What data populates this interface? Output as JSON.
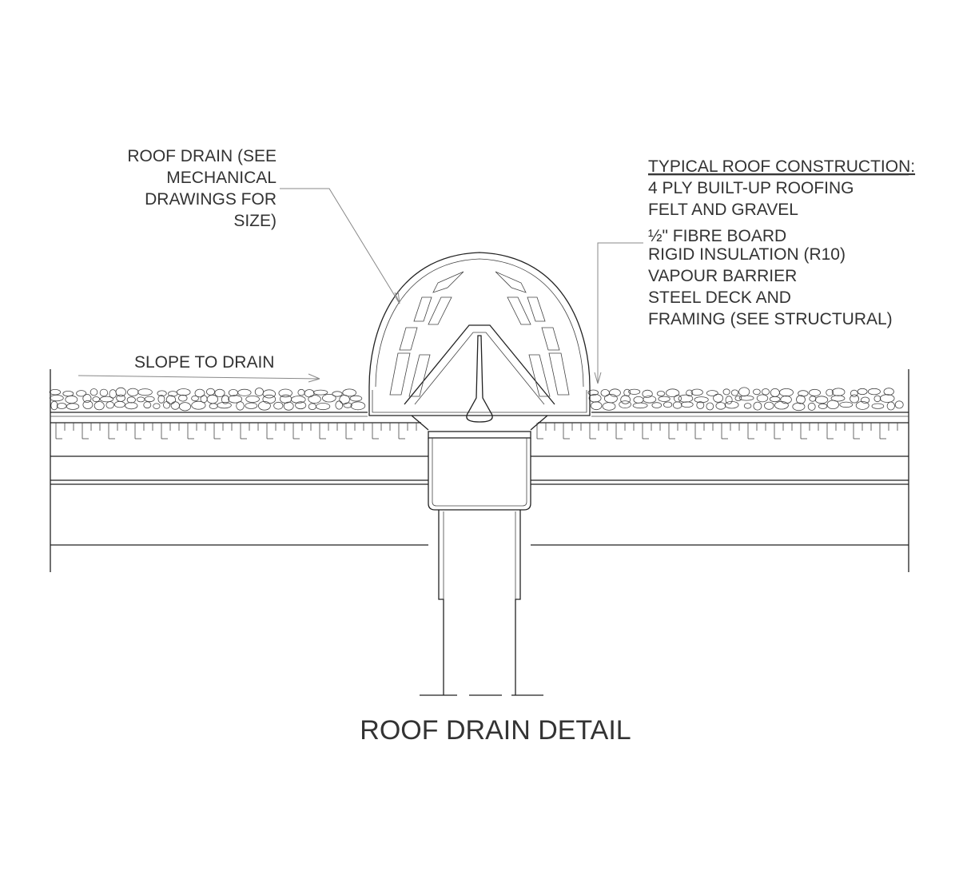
{
  "labels": {
    "roof_drain": [
      "ROOF DRAIN (SEE",
      "MECHANICAL",
      "DRAWINGS FOR",
      "SIZE)"
    ],
    "slope": "SLOPE TO DRAIN",
    "construction_header": "TYPICAL ROOF CONSTRUCTION:",
    "construction_lines": [
      "4 PLY BUILT-UP ROOFING",
      "FELT AND GRAVEL",
      "½\" FIBRE BOARD",
      "RIGID INSULATION (R10)",
      "VAPOUR BARRIER",
      "STEEL DECK AND",
      "FRAMING (SEE STRUCTURAL)"
    ]
  },
  "title": "ROOF DRAIN DETAIL",
  "colors": {
    "ink": "#222222",
    "text": "#333333",
    "leader": "#888888"
  }
}
